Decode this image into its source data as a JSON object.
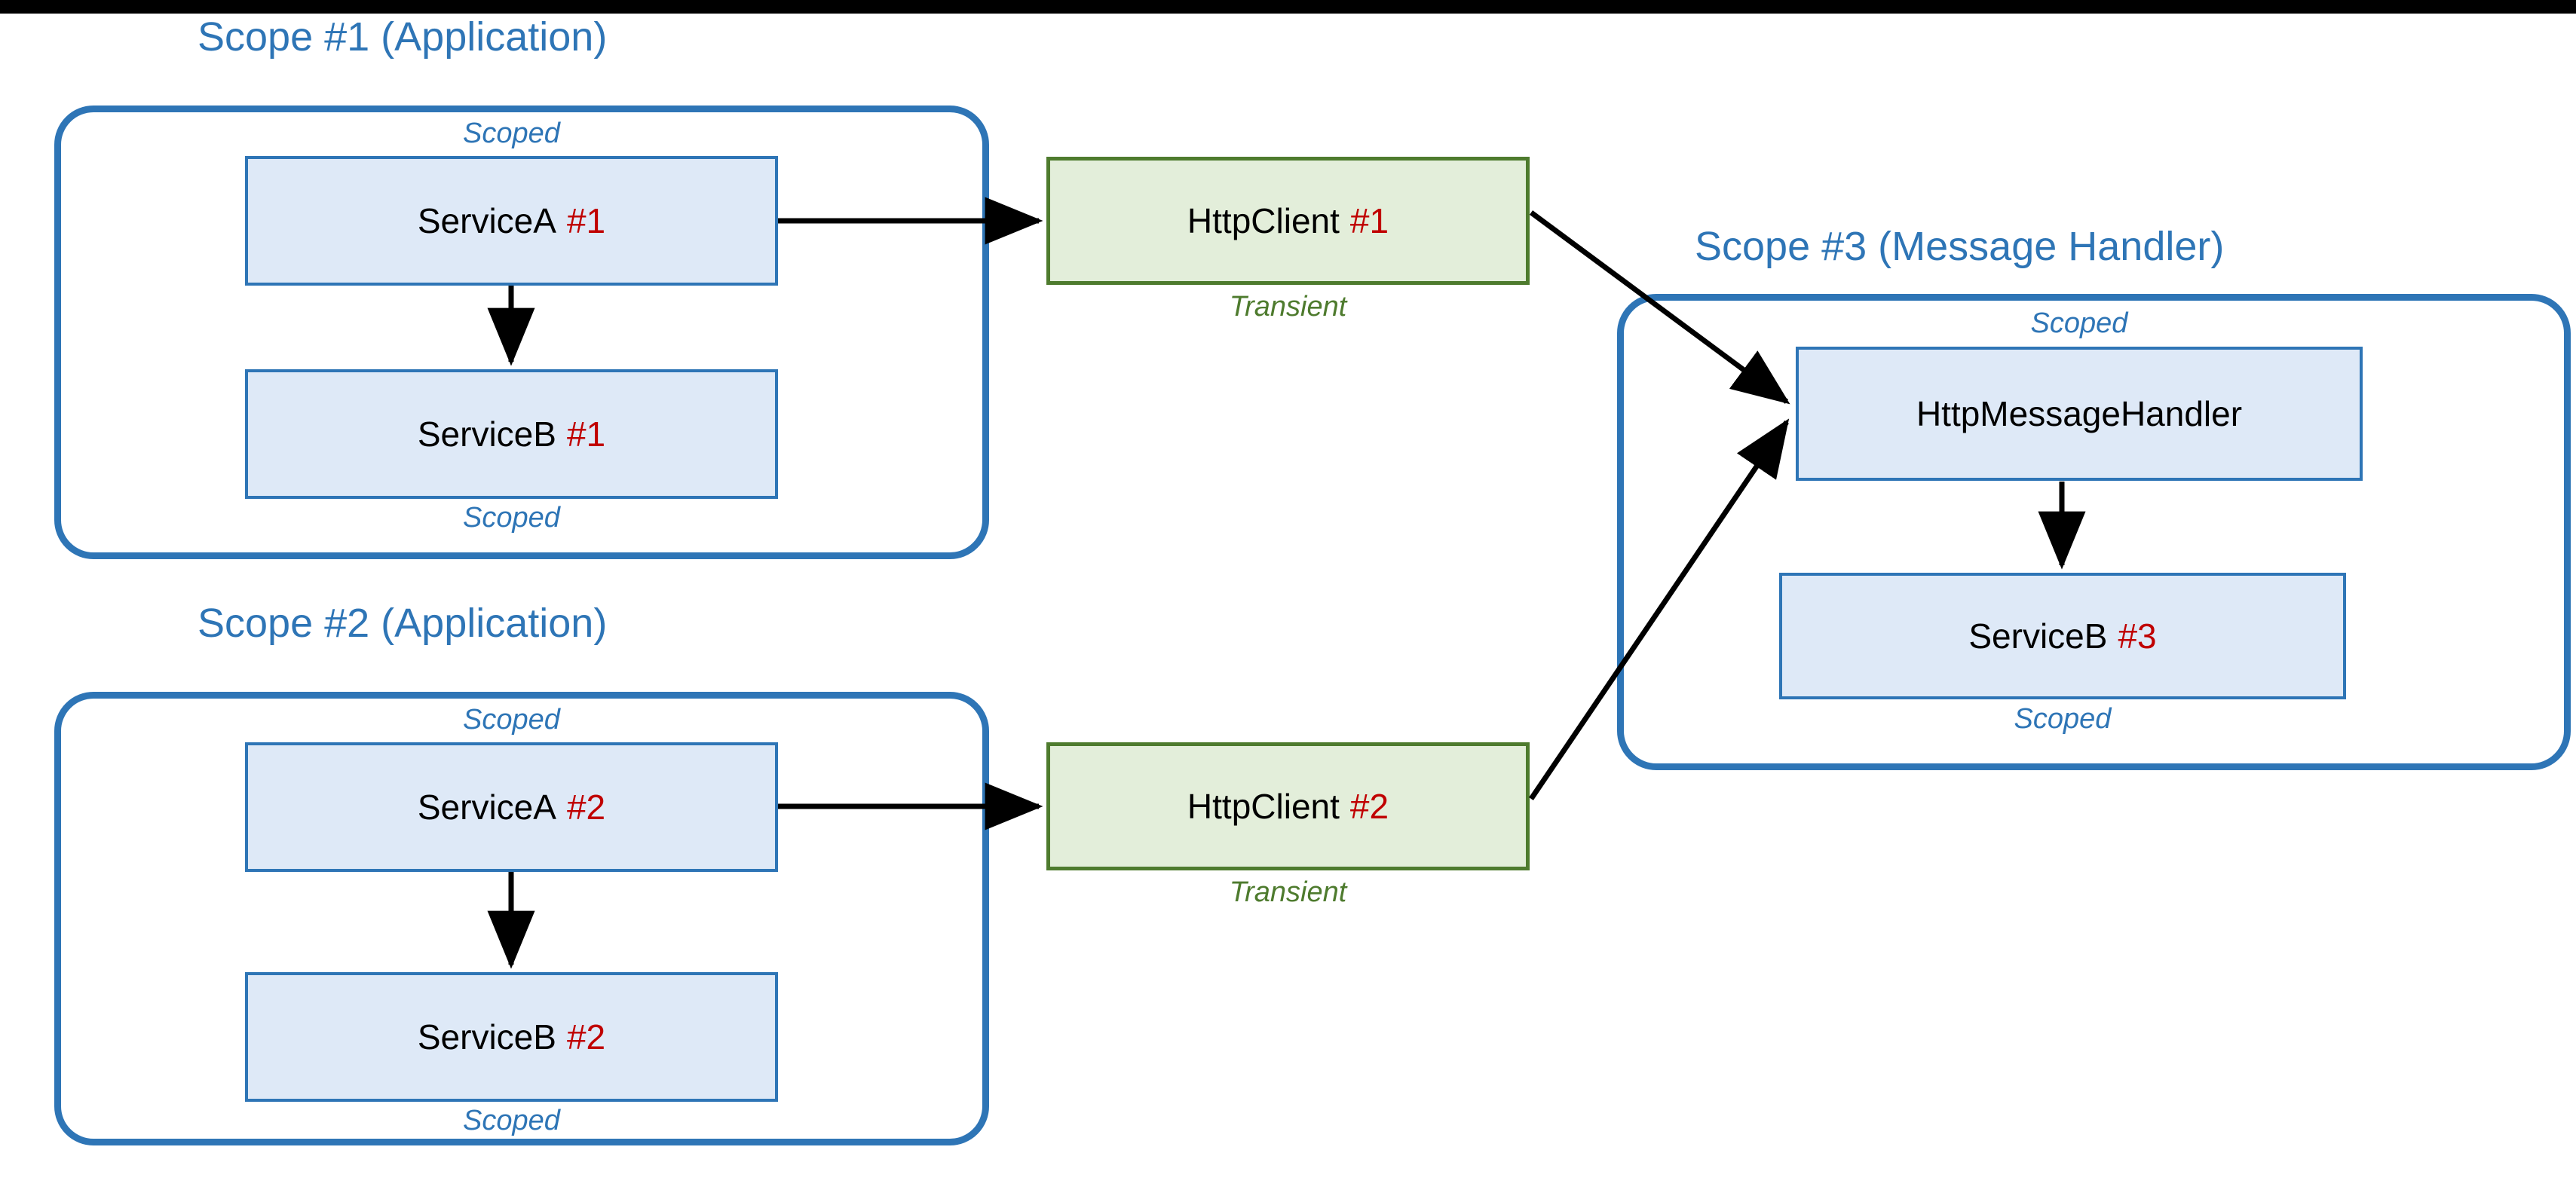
{
  "diagram": {
    "title_color": "#2E75B6",
    "accent_blue": "#2E75B6",
    "accent_green": "#4E7B2E",
    "index_red": "#C00000",
    "node_blue_fill": "#DEE9F7",
    "node_green_fill": "#E3EEDA"
  },
  "scopes": [
    {
      "id": "scope-1",
      "title": "Scope #1 (Application)",
      "top_label": "Scoped",
      "bottom_label": "Scoped",
      "nodes": [
        {
          "name": "ServiceA",
          "index": "#1"
        },
        {
          "name": "ServiceB",
          "index": "#1"
        }
      ]
    },
    {
      "id": "scope-2",
      "title": "Scope #2 (Application)",
      "top_label": "Scoped",
      "bottom_label": "Scoped",
      "nodes": [
        {
          "name": "ServiceA",
          "index": "#2"
        },
        {
          "name": "ServiceB",
          "index": "#2"
        }
      ]
    },
    {
      "id": "scope-3",
      "title": "Scope #3 (Message Handler)",
      "top_label": "Scoped",
      "bottom_label": "Scoped",
      "nodes": [
        {
          "name": "HttpMessageHandler",
          "index": ""
        },
        {
          "name": "ServiceB",
          "index": "#3"
        }
      ]
    }
  ],
  "clients": [
    {
      "id": "httpclient-1",
      "name": "HttpClient",
      "index": "#1",
      "lifetime": "Transient"
    },
    {
      "id": "httpclient-2",
      "name": "HttpClient",
      "index": "#2",
      "lifetime": "Transient"
    }
  ],
  "edges": [
    {
      "from": "ServiceA #1",
      "to": "ServiceB #1"
    },
    {
      "from": "ServiceA #1",
      "to": "HttpClient #1"
    },
    {
      "from": "HttpClient #1",
      "to": "HttpMessageHandler"
    },
    {
      "from": "ServiceA #2",
      "to": "ServiceB #2"
    },
    {
      "from": "ServiceA #2",
      "to": "HttpClient #2"
    },
    {
      "from": "HttpClient #2",
      "to": "HttpMessageHandler"
    },
    {
      "from": "HttpMessageHandler",
      "to": "ServiceB #3"
    }
  ]
}
